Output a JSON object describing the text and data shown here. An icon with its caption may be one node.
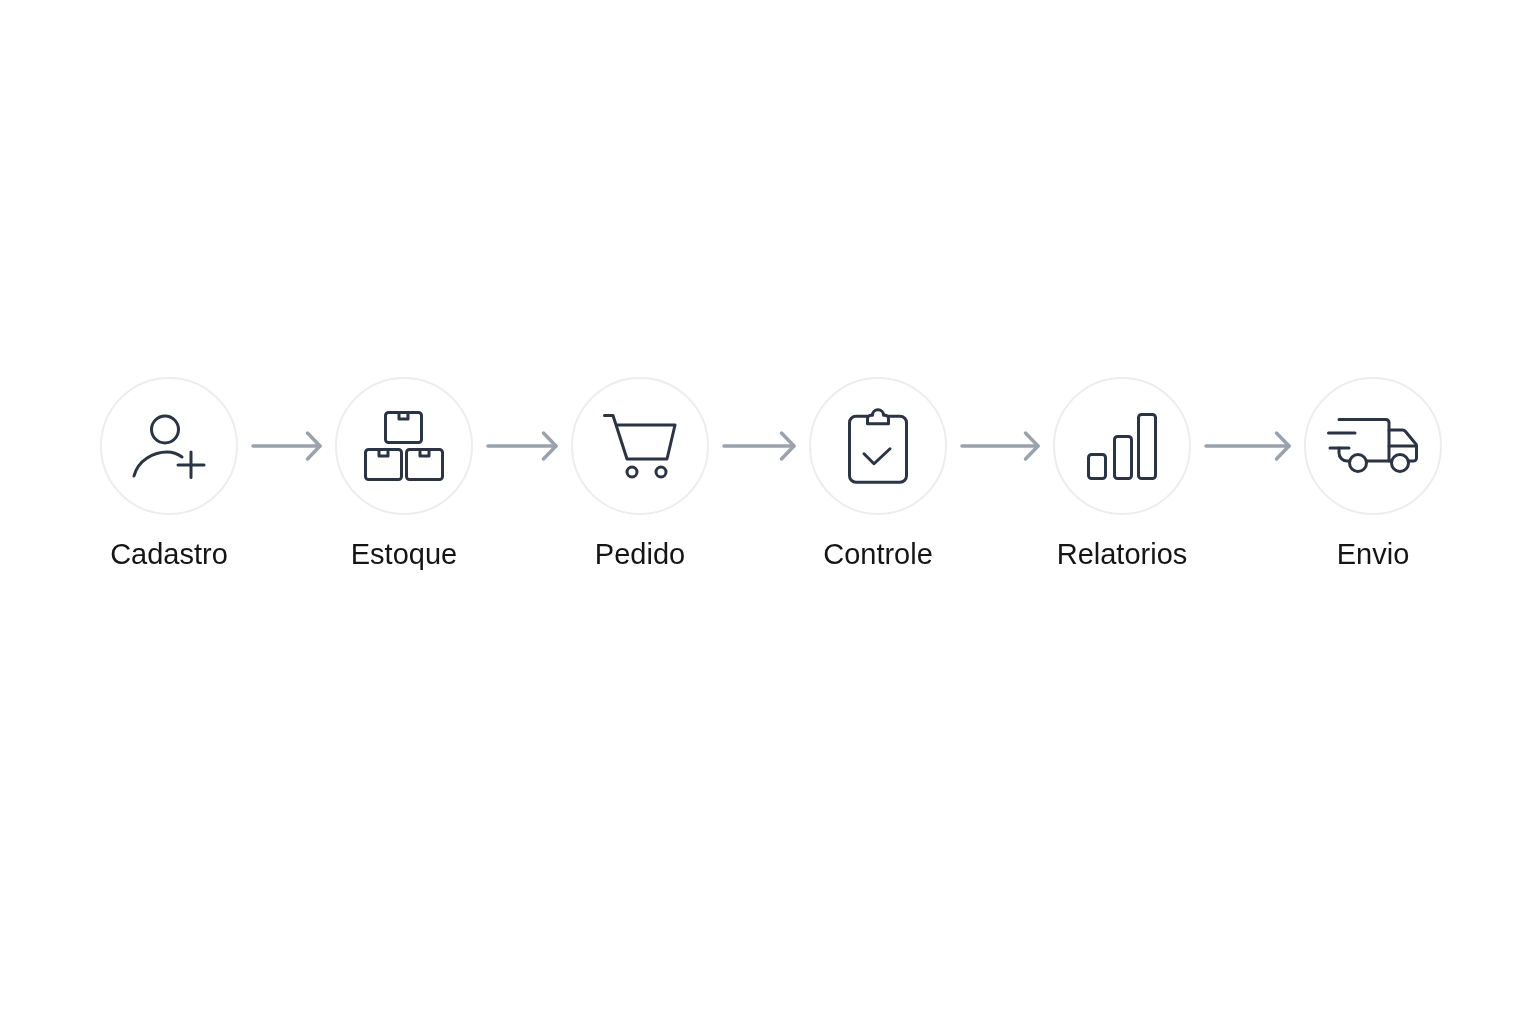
{
  "diagram": {
    "nodes": [
      {
        "text": [
          "Cadastro"
        ]
      },
      {
        "text": [
          "Estoque"
        ]
      },
      {
        "text": [
          "Pedido"
        ]
      },
      {
        "text": [
          "Controle"
        ]
      },
      {
        "text": [
          "Relatorios"
        ]
      },
      {
        "text": [
          "Envio"
        ]
      }
    ],
    "edges": [
      {
        "from": 0,
        "to": 1,
        "arrow": "to"
      },
      {
        "from": 1,
        "to": 2,
        "arrow": "to"
      },
      {
        "from": 2,
        "to": 3,
        "arrow": "to"
      },
      {
        "from": 3,
        "to": 4,
        "arrow": "to"
      },
      {
        "from": 4,
        "to": 5,
        "arrow": "to"
      }
    ]
  }
}
